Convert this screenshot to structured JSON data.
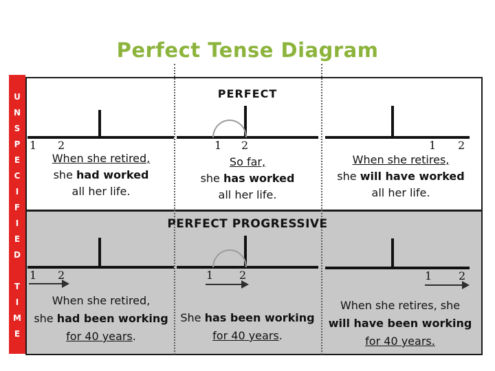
{
  "title": "Perfect Tense Diagram",
  "colors": {
    "title_green": "#8cb43c",
    "sidebar_red": "#e32421",
    "progressive_section_gray": "#c8c8c8",
    "line_black": "#111111"
  },
  "sidebar": {
    "vertical_text": "UNSPECIFIED TIME"
  },
  "labels": {
    "one": "1",
    "two": "2"
  },
  "perfect": {
    "header": "PERFECT",
    "panels": [
      {
        "line1": "When she retired,",
        "line2_normal": "she ",
        "line2_bold": "had worked",
        "line3": "all her life."
      },
      {
        "line1": "So far,",
        "line2_normal": "she ",
        "line2_bold": "has worked",
        "line3": "all her life."
      },
      {
        "line1": "When she retires,",
        "line2_normal": "she ",
        "line2_bold": "will have worked",
        "line3": "all her life."
      }
    ]
  },
  "perfect_progressive": {
    "header": "PERFECT PROGRESSIVE",
    "panels": [
      {
        "line1": "When she retired,",
        "line2_normal": "she ",
        "line2_bold": "had been working",
        "line3": "for 40 years",
        "period": "."
      },
      {
        "line1": "",
        "line2_normal": "She ",
        "line2_bold": "has been working",
        "line3": "for 40 years",
        "period": "."
      },
      {
        "line1": "When she retires, she",
        "line2_normal": "",
        "line2_bold": "will have been working",
        "line3": "for 40 years",
        "period": "."
      }
    ]
  }
}
